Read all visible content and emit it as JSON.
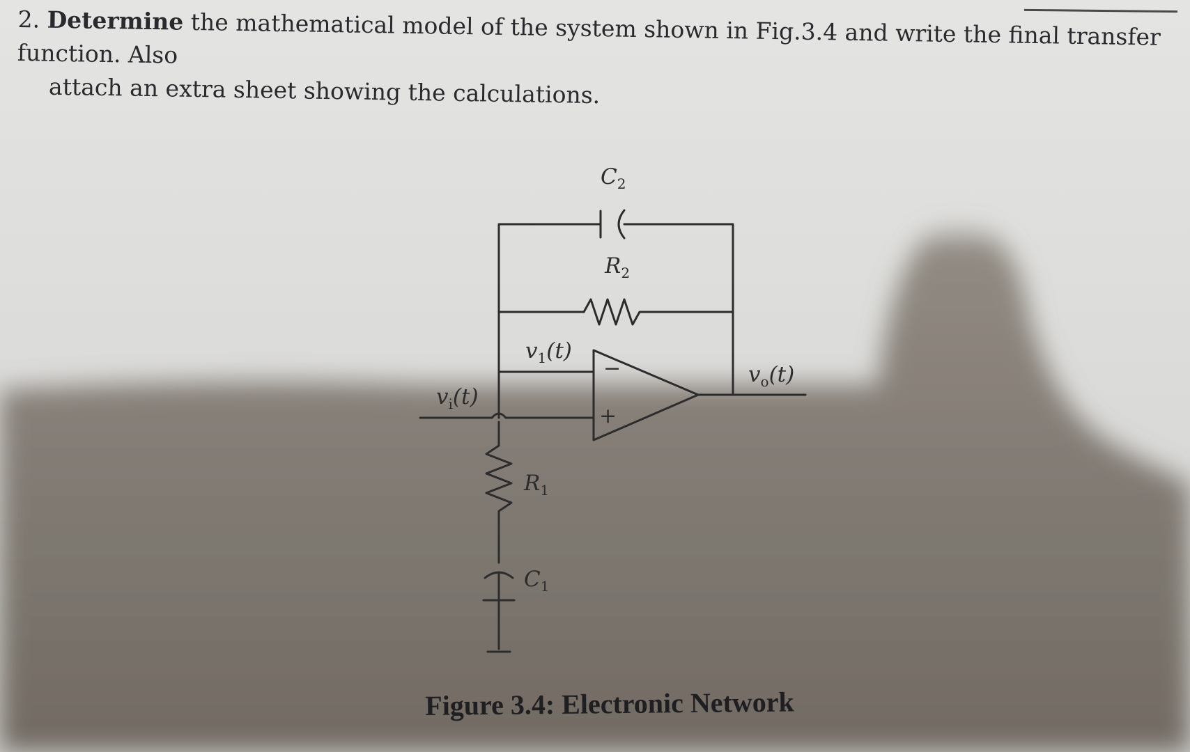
{
  "question": {
    "number": "2.",
    "keyword": "Determine",
    "text_line1": " the mathematical model of the system shown in Fig.3.4 and write the final transfer function. Also",
    "text_line2": "attach an extra sheet showing the calculations."
  },
  "figure": {
    "labels": {
      "c2": "C",
      "c2_sub": "2",
      "r2": "R",
      "r2_sub": "2",
      "v1": "v",
      "v1_sub": "1",
      "v1_arg": "(t)",
      "vi": "v",
      "vi_sub": "i",
      "vi_arg": "(t)",
      "vo": "v",
      "vo_sub": "o",
      "vo_arg": "(t)",
      "r1": "R",
      "r1_sub": "1",
      "c1": "C",
      "c1_sub": "1",
      "minus": "−",
      "plus": "+"
    },
    "caption": "Figure 3.4: Electronic Network"
  },
  "colors": {
    "ink": "#2c2c2c",
    "paper": "#e2e2e0",
    "shadow": "#7a746d"
  }
}
